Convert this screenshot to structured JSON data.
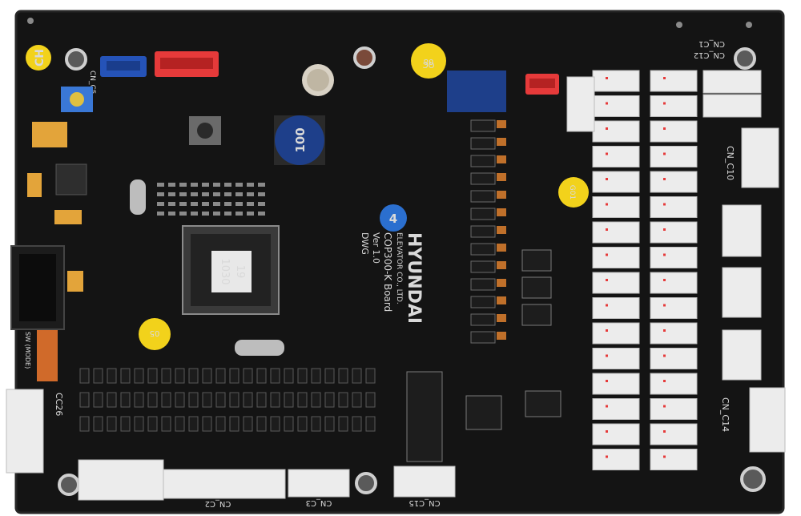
{
  "board": {
    "brand": "HYUNDAI",
    "maker": "ELEVATOR CO., LTD.",
    "model": "COP300-K Board",
    "version": "Ver 1.0",
    "dwg_label": "DWG",
    "chip_line1": "19",
    "chip_line2": "1030",
    "inductor_value": "100",
    "round_badge": "4",
    "dipswitch_label": "SW (MODE)",
    "pass_sticker_line1": "QC",
    "pass_sticker_line2": "08"
  },
  "stickers": {
    "top_left": "CH",
    "qc": "QC 08",
    "right": "G01",
    "left_mid": "05"
  },
  "connectors": {
    "cn_c1": "CN_C1",
    "cn_c12": "CN_C12",
    "cn_c5": "CN_C5",
    "cn_c10": "CN_C10",
    "cn_c14": "CN_C14",
    "cc26": "CC26",
    "cn_c3": "CN_C3",
    "cn_c15": "CN_C15",
    "cn_c2": "CN_C2"
  },
  "colors": {
    "pcb": "#141414",
    "connector_white": "#ececec",
    "connector_red": "#e63a3a",
    "connector_blue": "#2553b8",
    "sticker_yellow": "#f2d21b"
  }
}
